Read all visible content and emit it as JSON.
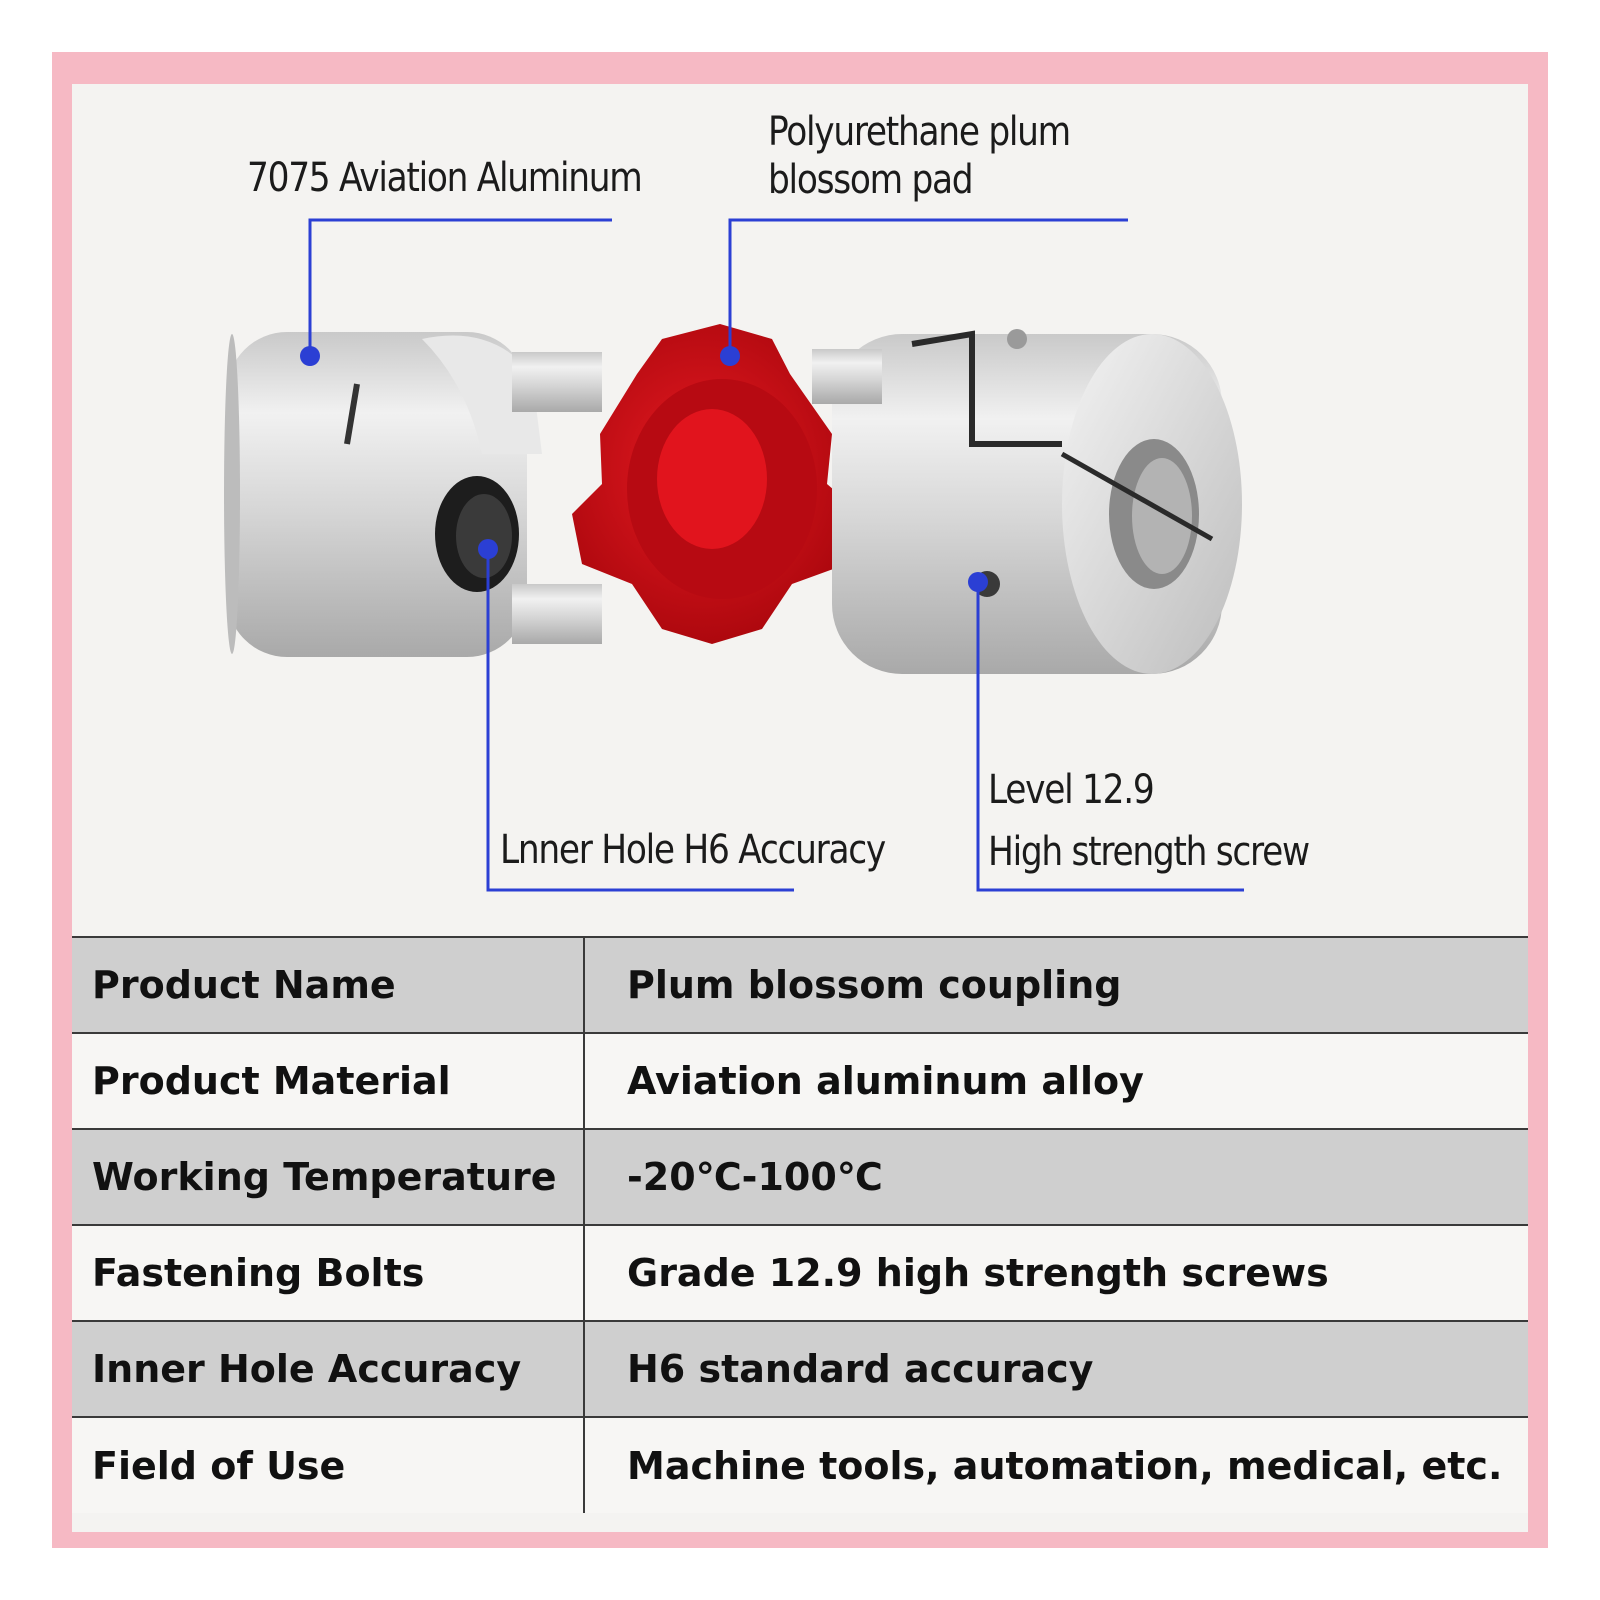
{
  "callouts": {
    "aluminum": "7075 Aviation Aluminum",
    "pad_line1": "Polyurethane plum",
    "pad_line2": "blossom pad",
    "inner_hole": "Lnner Hole H6 Accuracy",
    "screw_line1": "Level 12.9",
    "screw_line2": "High strength screw"
  },
  "spec_table": [
    {
      "label": "Product Name",
      "value": "Plum blossom coupling"
    },
    {
      "label": "Product Material",
      "value": "Aviation aluminum alloy"
    },
    {
      "label": "Working Temperature",
      "value": "-20℃-100℃"
    },
    {
      "label": "Fastening Bolts",
      "value": "Grade 12.9 high strength screws"
    },
    {
      "label": "Inner Hole Accuracy",
      "value": "H6 standard accuracy"
    },
    {
      "label": "Field of Use",
      "value": "Machine tools, automation, medical, etc."
    }
  ],
  "colors": {
    "frame": "#f6b9c4",
    "leader_line": "#2b3fd4",
    "spider": "#d40d16",
    "aluminum": "#d8d8d8",
    "row_shaded": "#cfcfcf",
    "row_plain": "#f7f6f4"
  }
}
